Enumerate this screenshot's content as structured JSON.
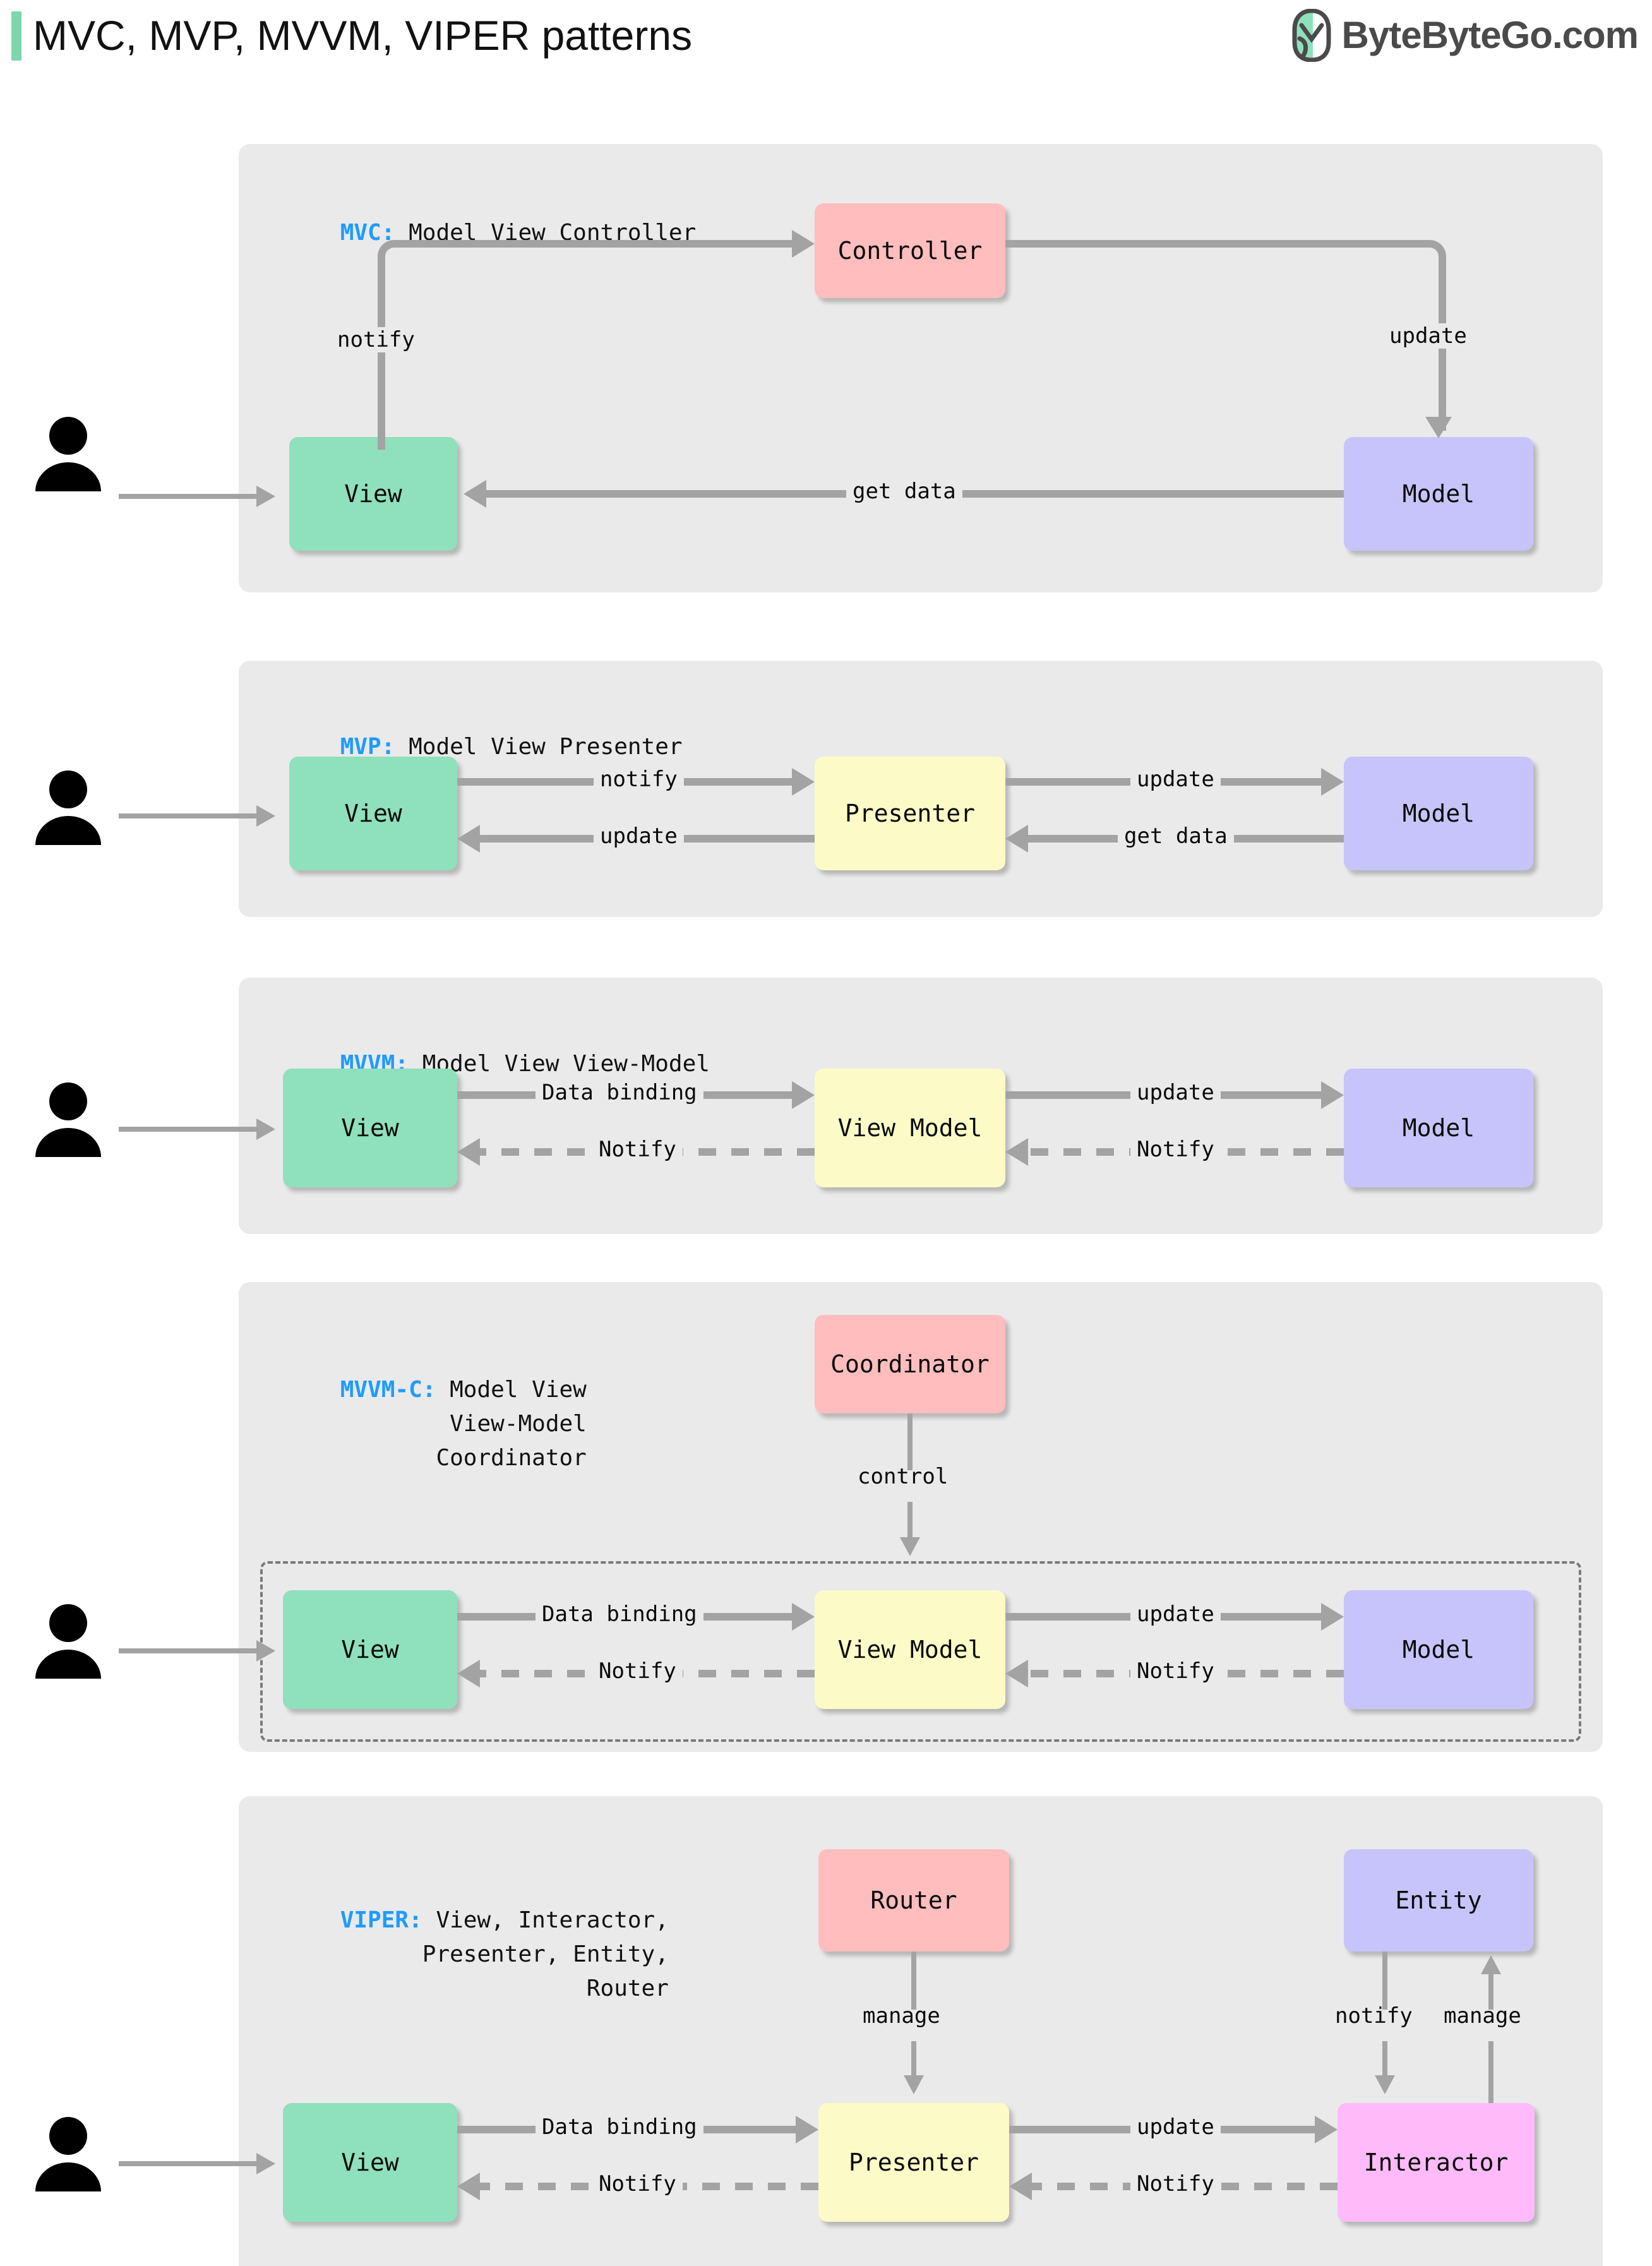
{
  "header": {
    "title": "MVC, MVP, MVVM, VIPER patterns",
    "brand": "ByteByteGo.com",
    "accent_color": "#7ED6AC",
    "brand_text_color": "#4A4A4A"
  },
  "colors": {
    "panel_bg": "#EAEAEA",
    "view": "#8FE0BC",
    "model": "#C7C4FC",
    "presenter": "#FCFBC7",
    "controller": "#FFBDBD",
    "interactor": "#FFBAFA",
    "arrow": "#A3A3A3",
    "key": "#1E9BFF"
  },
  "sections": [
    {
      "id": "mvc",
      "key": "MVC:",
      "expansion": "Model View Controller",
      "nodes": {
        "view": "View",
        "controller": "Controller",
        "model": "Model"
      },
      "edges": {
        "notify": "notify",
        "update": "update",
        "get_data": "get data"
      }
    },
    {
      "id": "mvp",
      "key": "MVP:",
      "expansion": "Model View Presenter",
      "nodes": {
        "view": "View",
        "presenter": "Presenter",
        "model": "Model"
      },
      "edges": {
        "notify": "notify",
        "update_left": "update",
        "update_right": "update",
        "get_data": "get data"
      }
    },
    {
      "id": "mvvm",
      "key": "MVVM:",
      "expansion": "Model View View-Model",
      "nodes": {
        "view": "View",
        "viewmodel": "View Model",
        "model": "Model"
      },
      "edges": {
        "data_binding": "Data binding",
        "update": "update",
        "notify_left": "Notify",
        "notify_right": "Notify"
      }
    },
    {
      "id": "mvvmc",
      "key": "MVVM-C:",
      "expansion": "Model View\nView-Model\nCoordinator",
      "nodes": {
        "coordinator": "Coordinator",
        "view": "View",
        "viewmodel": "View Model",
        "model": "Model"
      },
      "edges": {
        "control": "control",
        "data_binding": "Data binding",
        "update": "update",
        "notify_left": "Notify",
        "notify_right": "Notify"
      }
    },
    {
      "id": "viper",
      "key": "VIPER:",
      "expansion": "View, Interactor,\nPresenter, Entity,\nRouter",
      "nodes": {
        "router": "Router",
        "entity": "Entity",
        "view": "View",
        "presenter": "Presenter",
        "interactor": "Interactor"
      },
      "edges": {
        "manage_router": "manage",
        "notify_entity": "notify",
        "manage_entity": "manage",
        "data_binding": "Data binding",
        "update": "update",
        "notify_left": "Notify",
        "notify_right": "Notify"
      }
    }
  ]
}
